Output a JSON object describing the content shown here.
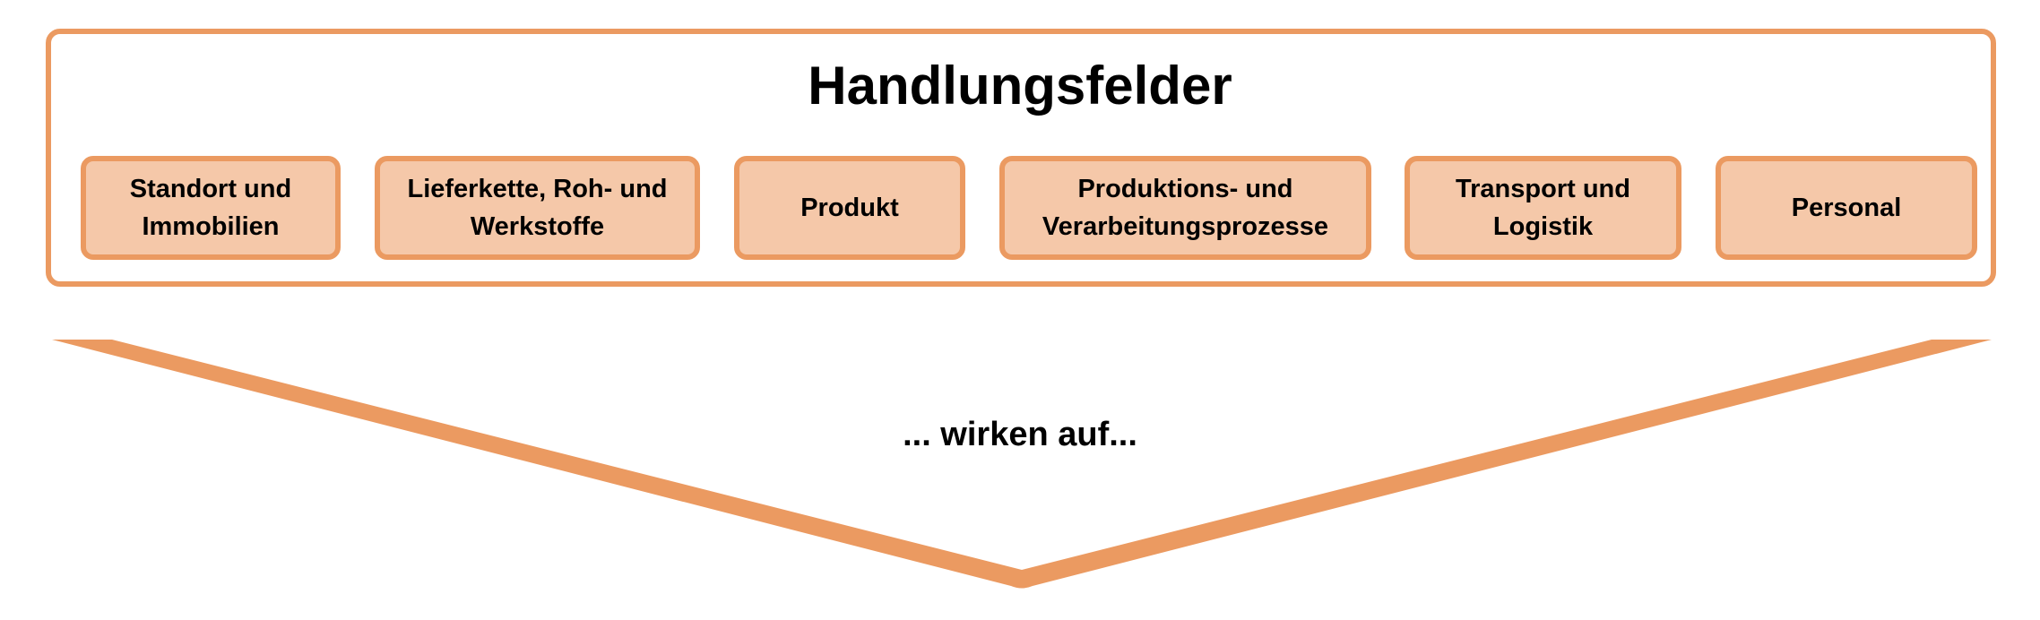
{
  "diagram": {
    "title": "Handlungsfelder",
    "fields": [
      {
        "label": "Standort und\nImmobilien"
      },
      {
        "label": "Lieferkette, Roh- und\nWerkstoffe"
      },
      {
        "label": "Produkt"
      },
      {
        "label": "Produktions- und\nVerarbeitungsprozesse"
      },
      {
        "label": "Transport und\nLogistik"
      },
      {
        "label": "Personal"
      }
    ],
    "effect_label": "... wirken auf...",
    "colors": {
      "accent": "#EB9A61",
      "box_fill": "#F5C8A9",
      "text": "#000000"
    }
  }
}
